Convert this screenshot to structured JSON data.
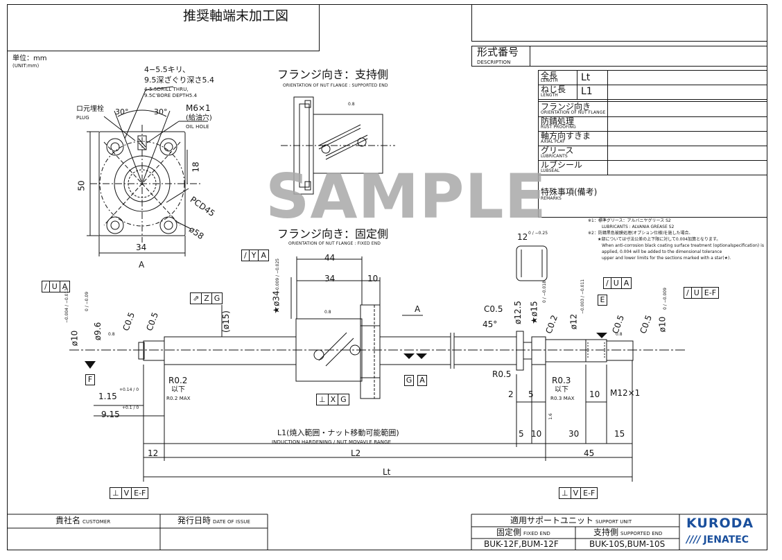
{
  "header": {
    "title": "推奨軸端末加工図",
    "unit_jp": "単位：mm",
    "unit_en": "(UNIT:mm)"
  },
  "spec": {
    "description_jp": "形式番号",
    "description_en": "DESCRIPTION",
    "rows": [
      {
        "jp": "全長",
        "en": "LENGTH",
        "val": "Lt"
      },
      {
        "jp": "ねじ長",
        "en": "LENGTH",
        "val": "L1"
      },
      {
        "jp": "フランジ向き",
        "en": "ORIENTATION OF NUT FLANGE",
        "val": ""
      },
      {
        "jp": "防錆処理",
        "en": "RUST PROOFING",
        "val": ""
      },
      {
        "jp": "軸方向すきま",
        "en": "AXIAL PLAY",
        "val": ""
      },
      {
        "jp": "グリース",
        "en": "LUBRICANTS",
        "val": ""
      },
      {
        "jp": "ルブシール",
        "en": "LUBSEAL",
        "val": ""
      },
      {
        "jp": "特殊事項(備考)",
        "en": "REMARKS",
        "val": ""
      }
    ],
    "notes": [
      "※1：標準グリース：アルバニヤグリース S2",
      "LUBRICANTS : ALVANIA GREASE S2",
      "※2：防錆黒色被膜処理(オプション仕様)を施した場合、",
      "★部については寸法公差の上下限に対して0.004加算となります。",
      "When anti-corrosion black coating surface treatment (optionalspecification) is",
      "applied, 0.004 will be added to the dimensional tolerance",
      "upper and lower limits for the sections marked with a star(★)."
    ]
  },
  "views": {
    "supported_jp": "フランジ向き：支持側",
    "supported_en": "ORIENTATION OF NUT FLANGE : SUPPORTED END",
    "fixed_jp": "フランジ向き：固定側",
    "fixed_en": "ORIENTATION OF NUT FLANGE : FIXED END",
    "watermark": "SAMPLE",
    "view_a": "A"
  },
  "flange": {
    "holes_jp": "4−5.5キリ、",
    "holes_jp2": "9.5深ざぐり深さ5.4",
    "holes_en1": "4-5.5DRILL THRU,",
    "holes_en2": "9.5C'BORE DEPTH5.4",
    "plug_jp": "ロ元埋栓",
    "plug_en": "PLUG",
    "angle1": "30°",
    "angle2": "30°",
    "oil_hole": "M6×1",
    "oil_jp": "(給油穴)",
    "oil_en": "OIL HOLE",
    "d18": "18",
    "d50": "50",
    "pcd": "PCD45",
    "d58": "ø58",
    "d34": "34",
    "label_a": "A"
  },
  "shaft": {
    "d10_left": "ø10",
    "d10_left_tol": "−0.004 / −0.012",
    "d96": "ø9.6",
    "d96_tol": "0 / −0.09",
    "c05a": "C0.5",
    "c05b": "C0.5",
    "r02": "R0.2",
    "r02_jp": "以下",
    "r02_en": "R0.2 MAX",
    "d115": "1.15",
    "d115_tol": "+0.14 / 0",
    "d915": "9.15",
    "d915_tol": "+0.1 / 0",
    "d15p": "(ø15)",
    "d34": "★ø34",
    "d34_tol": "−0.009 / −0.025",
    "l44": "44",
    "l34": "34",
    "l10": "10",
    "a_arrow": "A",
    "c05c": "C0.5",
    "ang45": "45°",
    "d125": "ø12.5",
    "d15": "★ø15",
    "d15_tol": "0 / −0.018",
    "w12": "12",
    "w12_tol": "0 / −0.25",
    "c02": "C0.2",
    "d12": "ø12",
    "d12_tol": "−0.003 / −0.011",
    "c05d": "C0.5",
    "c05e": "C0.5",
    "d10_right": "ø10",
    "d10_right_tol": "0 / −0.009",
    "r05": "R0.5",
    "r03": "R0.3",
    "r03_jp": "以下",
    "r03_en": "R0.3 MAX",
    "l2": "2",
    "l5a": "5",
    "l10b": "10",
    "m12": "M12×1",
    "l5b": "5",
    "l10c": "10",
    "l30": "30",
    "l15": "15",
    "l12": "12",
    "l45": "45",
    "L1_jp": "L1(焼入範囲・ナット移動可能範囲)",
    "L1_en": "INDUCTION HARDENING / NUT MOVAVLE RANGE",
    "L2": "L2",
    "Lt": "Lt",
    "finish": "0.8",
    "finish2": "1.6"
  },
  "tolerance_frames": {
    "ya": [
      "/",
      "Y",
      "A"
    ],
    "ua_left": [
      "/",
      "U",
      "A"
    ],
    "zg": [
      "⇗",
      "Z",
      "G"
    ],
    "ua_right": [
      "/",
      "U",
      "A"
    ],
    "uef": [
      "/",
      "U",
      "E-F"
    ],
    "xg": [
      "⊥",
      "X",
      "G"
    ],
    "vef_left": [
      "⊥",
      "V",
      "E-F"
    ],
    "vef_right": [
      "⊥",
      "V",
      "E-F"
    ],
    "datum_f": "F",
    "datum_g": "G",
    "datum_a": "A",
    "datum_e": "E"
  },
  "footer": {
    "customer_jp": "貴社名",
    "customer_en": "CUSTOMER",
    "issue_jp": "発行日時",
    "issue_en": "DATE OF ISSUE",
    "support_jp": "適用サポートユニット",
    "support_en": "SUPPORT UNIT",
    "fixed_jp": "固定側",
    "fixed_en": "FIXED END",
    "supported_jp": "支持側",
    "supported_en": "SUPPORTED END",
    "fixed_val": "BUK-12F,BUM-12F",
    "supported_val": "BUK-10S,BUM-10S",
    "logo_top": "KURODA",
    "logo_bottom": "JENATEC"
  }
}
